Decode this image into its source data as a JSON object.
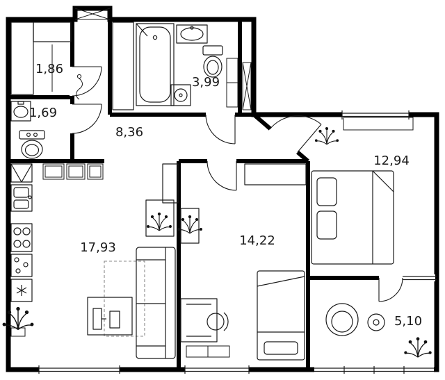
{
  "colors": {
    "background": "#ffffff",
    "walls": "#000000",
    "label_text": "#1a1a1a"
  },
  "rooms": [
    {
      "id": "closet",
      "area": "1,86"
    },
    {
      "id": "wc",
      "area": "1,69"
    },
    {
      "id": "hallway",
      "area": "8,36"
    },
    {
      "id": "bathroom",
      "area": "3,99"
    },
    {
      "id": "bedroom-1",
      "area": "12,94"
    },
    {
      "id": "living-kitchen",
      "area": "17,93"
    },
    {
      "id": "bedroom-2",
      "area": "14,22"
    },
    {
      "id": "balcony",
      "area": "5,10"
    }
  ],
  "fixtures": {
    "closet": [
      "shelving"
    ],
    "wc": [
      "sink",
      "toilet"
    ],
    "hallway": [
      "coat-hook"
    ],
    "bathroom": [
      "shelving",
      "bathtub",
      "sink",
      "toilet",
      "washing-machine",
      "cabinet",
      "duct-shaft"
    ],
    "living_kitchen": [
      "upper-cabinets",
      "refrigerator",
      "kitchen-sink",
      "cooktop-4-burner",
      "freezer",
      "tall-cabinet",
      "table",
      "plant",
      "sofa",
      "desk",
      "monitor",
      "rug",
      "floor-plant"
    ],
    "bedroom_1": [
      "window",
      "radiator",
      "plant",
      "double-bed",
      "pillows"
    ],
    "bedroom_2": [
      "wardrobe",
      "dresser",
      "plant",
      "desk",
      "chair",
      "tv-stand",
      "single-bed",
      "window"
    ],
    "balcony": [
      "glazing",
      "round-chair",
      "side-table",
      "plant"
    ]
  }
}
